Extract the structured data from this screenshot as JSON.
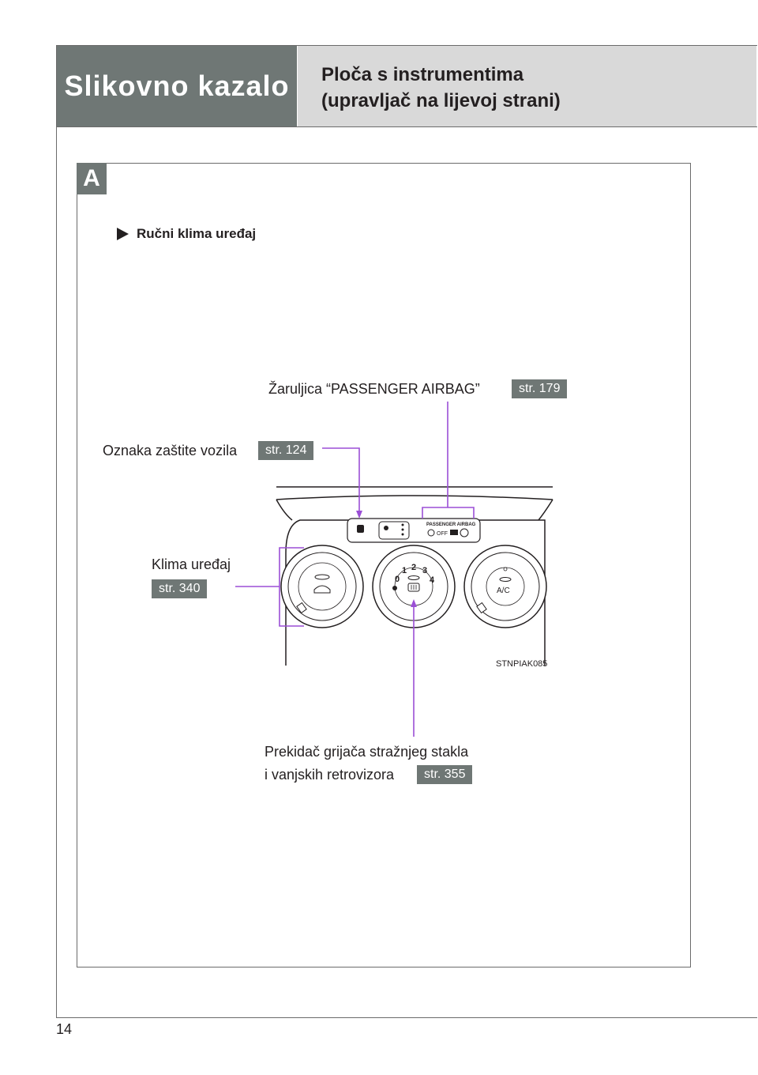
{
  "header": {
    "section": "Slikovno kazalo",
    "title_line1": "Ploča s instrumentima",
    "title_line2": "(upravljač na lijevoj strani)"
  },
  "panel": {
    "tab": "A",
    "subheading": "Ručni klima uređaj"
  },
  "callouts": {
    "airbag": {
      "label": "Žaruljica “PASSENGER AIRBAG”",
      "page": "str. 179"
    },
    "security": {
      "label": "Oznaka zaštite vozila",
      "page": "str. 124"
    },
    "climate": {
      "label": "Klima uređaj",
      "page": "str. 340"
    },
    "defogger": {
      "label_line1": "Prekidač grijača stražnjeg stakla",
      "label_line2": "i vanjskih retrovizora",
      "page": "str. 355"
    }
  },
  "illustration": {
    "code": "STNPIAK085",
    "indicator_text": "PASSENGER   AIRBAG",
    "off_text": "OFF",
    "ac_text": "A/C",
    "fan_speeds": [
      "0",
      "1",
      "2",
      "3",
      "4"
    ],
    "icons": [
      "security-indicator-icon",
      "seatbelt-indicator-icon",
      "airbag-off-icon",
      "airbag-on-icon",
      "fan-icon",
      "rear-defogger-icon"
    ]
  },
  "footer": {
    "page_number": "14"
  },
  "colors": {
    "accent_gray": "#6f7775",
    "header_light": "#d9d9d9",
    "leader_line": "#9b4fd6"
  }
}
